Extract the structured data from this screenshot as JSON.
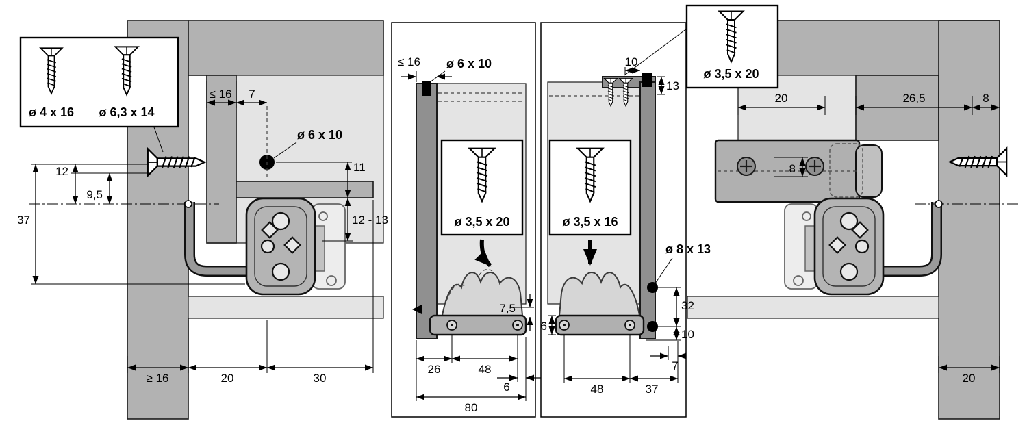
{
  "detail_box": {
    "screw_small": "ø 4 x 16",
    "screw_large": "ø 6,3 x 14"
  },
  "left": {
    "d12": "12",
    "d95": "9,5",
    "d37": "37",
    "dle16": "≤ 16",
    "d7": "7",
    "hole": "ø 6 x 10",
    "d11": "11",
    "d1213": "12 - 13",
    "dge16": "≥ 16",
    "d20": "20",
    "d30": "30"
  },
  "front_left": {
    "dle16": "≤ 16",
    "hole": "ø 6 x 10",
    "screw": "ø 3,5 x 20",
    "d75": "7,5",
    "d26": "26",
    "d48": "48",
    "d6": "6",
    "d80": "80"
  },
  "front_right": {
    "screw_top": "ø 3,5 x 20",
    "d10_top": "10",
    "d13": "13",
    "screw": "ø 3,5 x 16",
    "hole": "ø 8 x 13",
    "d6": "6",
    "d32": "32",
    "d10": "10",
    "d48": "48",
    "d37": "37",
    "d7": "7"
  },
  "right": {
    "d20_top": "20",
    "d265": "26,5",
    "d8_top": "8",
    "d8": "8",
    "d20_bottom": "20"
  }
}
